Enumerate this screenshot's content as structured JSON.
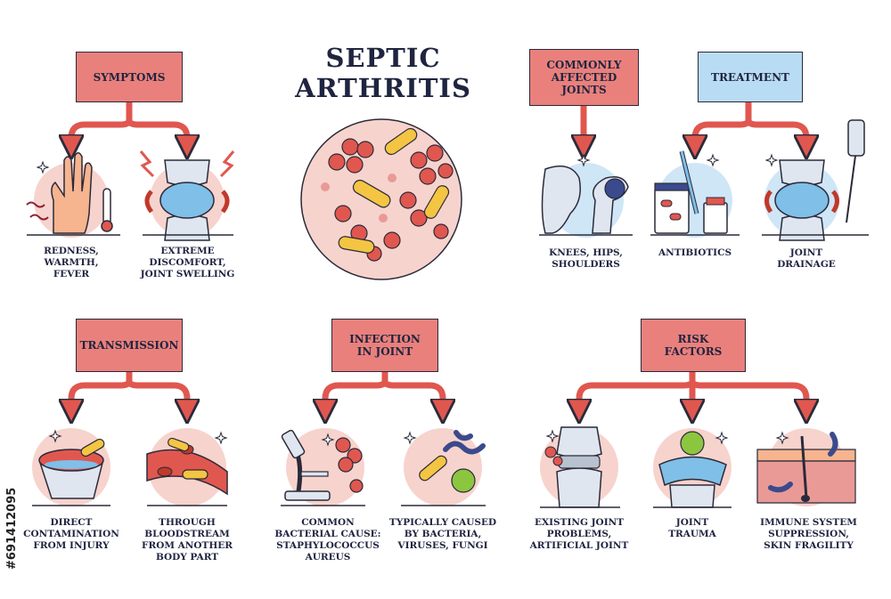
{
  "title": {
    "line1": "SEPTIC",
    "line2": "ARTHRITIS"
  },
  "watermark_id": "#691412095",
  "colors": {
    "red_box": "#e9807c",
    "blue_box": "#b8dcf3",
    "arrow": "#e0574f",
    "outline": "#2a2a3a",
    "pink_bg": "#f7d3cd",
    "blue_bg": "#cfe6f7"
  },
  "sections": {
    "symptoms": {
      "heading": "SYMPTOMS",
      "items": [
        {
          "icon": "inflamed-hand-icon",
          "caption": [
            "REDNESS,",
            "WARMTH,",
            "FEVER"
          ]
        },
        {
          "icon": "swollen-joint-icon",
          "caption": [
            "EXTREME",
            "DISCOMFORT,",
            "JOINT SWELLING"
          ]
        }
      ]
    },
    "commonly_affected": {
      "heading": [
        "COMMONLY",
        "AFFECTED",
        "JOINTS"
      ],
      "items": [
        {
          "icon": "hip-joint-icon",
          "caption": [
            "KNEES, HIPS,",
            "SHOULDERS"
          ]
        }
      ]
    },
    "treatment": {
      "heading": "TREATMENT",
      "items": [
        {
          "icon": "antibiotics-icon",
          "caption": [
            "ANTIBIOTICS"
          ]
        },
        {
          "icon": "joint-drainage-icon",
          "caption": [
            "JOINT",
            "DRAINAGE"
          ]
        }
      ]
    },
    "transmission": {
      "heading": "TRANSMISSION",
      "items": [
        {
          "icon": "wound-contamination-icon",
          "caption": [
            "DIRECT",
            "CONTAMINATION",
            "FROM INJURY"
          ]
        },
        {
          "icon": "bloodstream-icon",
          "caption": [
            "THROUGH",
            "BLOODSTREAM",
            "FROM ANOTHER",
            "BODY PART"
          ]
        }
      ]
    },
    "infection": {
      "heading": [
        "INFECTION",
        "IN JOINT"
      ],
      "items": [
        {
          "icon": "microscope-icon",
          "caption": [
            "COMMON",
            "BACTERIAL CAUSE:",
            "STAPHYLOCOCCUS",
            "AUREUS"
          ]
        },
        {
          "icon": "pathogens-icon",
          "caption": [
            "TYPICALLY CAUSED",
            "BY BACTERIA,",
            "VIRUSES, FUNGI"
          ]
        }
      ]
    },
    "risk": {
      "heading": [
        "RISK",
        "FACTORS"
      ],
      "items": [
        {
          "icon": "artificial-knee-icon",
          "caption": [
            "EXISTING JOINT",
            "PROBLEMS,",
            "ARTIFICIAL JOINT"
          ]
        },
        {
          "icon": "joint-trauma-icon",
          "caption": [
            "JOINT",
            "TRAUMA"
          ]
        },
        {
          "icon": "skin-layers-icon",
          "caption": [
            "IMMUNE SYSTEM",
            "SUPPRESSION,",
            "SKIN FRAGILITY"
          ]
        }
      ]
    }
  }
}
